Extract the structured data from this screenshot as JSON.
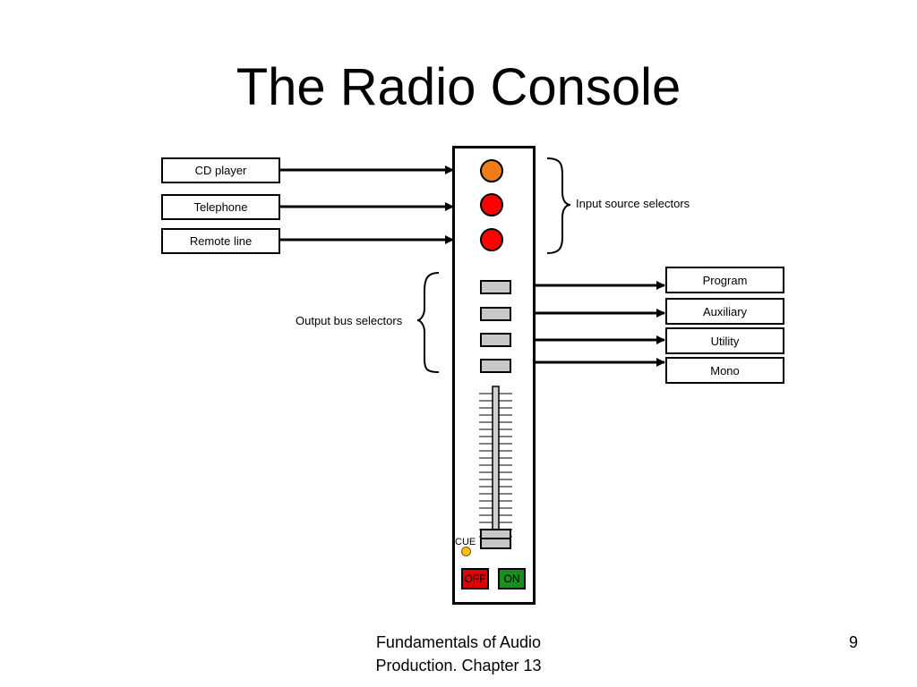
{
  "slide": {
    "title": "The Radio Console",
    "footer": "Fundamentals of Audio Production. Chapter 13",
    "page_number": "9"
  },
  "inputs": [
    {
      "label": "CD player",
      "knob_color": "#f07c1a"
    },
    {
      "label": "Telephone",
      "knob_color": "#ff0000"
    },
    {
      "label": "Remote line",
      "knob_color": "#ff0000"
    }
  ],
  "input_bracket_label": "Input  source selectors",
  "output_bracket_label": "Output bus selectors",
  "outputs": [
    {
      "label": "Program"
    },
    {
      "label": "Auxiliary"
    },
    {
      "label": "Utility"
    },
    {
      "label": "Mono"
    }
  ],
  "channel": {
    "cue_label": "CUE",
    "off_label": "OFF",
    "on_label": "ON",
    "cue_led_color": "#f6c21a",
    "off_color": "#e00000",
    "on_color": "#17901d"
  }
}
